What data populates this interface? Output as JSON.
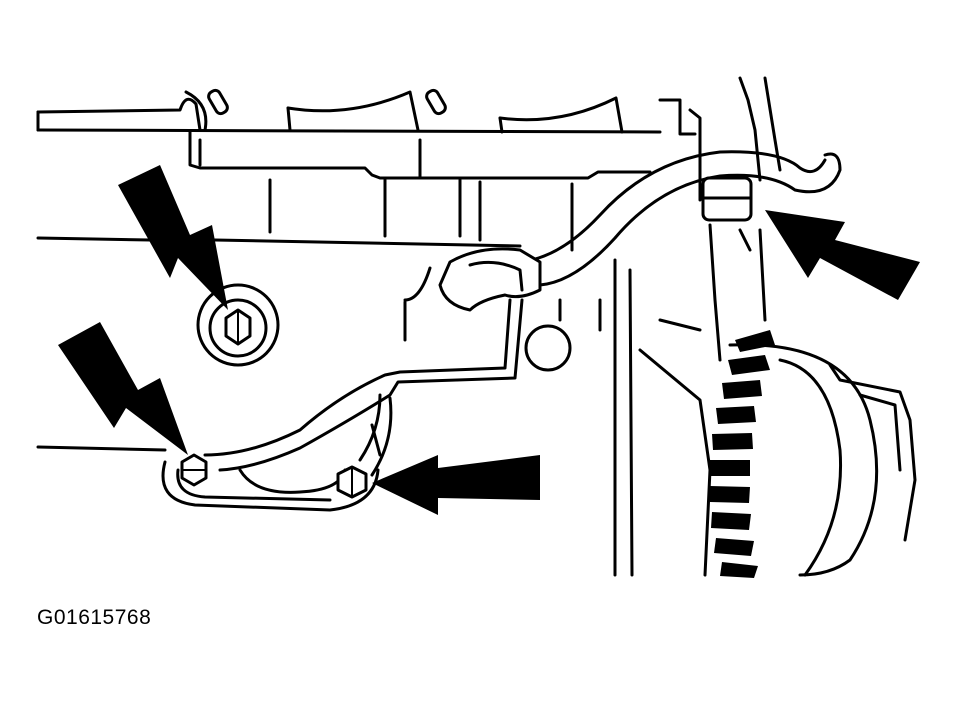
{
  "figure": {
    "code": "G01615768"
  },
  "colors": {
    "line": "#000000",
    "background": "#ffffff"
  },
  "callouts": [
    {
      "name": "callout-arrow-upper-bolt",
      "points_to": "upper-mounting-bolt"
    },
    {
      "name": "callout-arrow-lower-left-bolt",
      "points_to": "lower-left-flange-bolt"
    },
    {
      "name": "callout-arrow-lower-right-nut",
      "points_to": "lower-right-flange-nut"
    },
    {
      "name": "callout-arrow-hose-connector",
      "points_to": "hose-connector"
    }
  ]
}
